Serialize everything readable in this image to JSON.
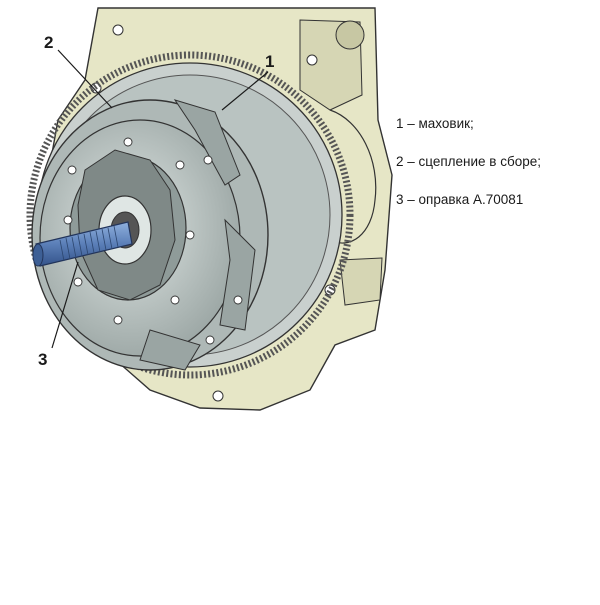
{
  "callouts": [
    {
      "number": "1"
    },
    {
      "number": "2"
    },
    {
      "number": "3"
    }
  ],
  "legend": [
    {
      "text": "1 – маховик;"
    },
    {
      "text": "2 – сцепление в сборе;"
    },
    {
      "text": "3 – оправка А.70081"
    }
  ],
  "colors": {
    "housing": "#e6e6c6",
    "housing_shade": "#c7c7a3",
    "metal": "#b9c3c1",
    "metal_dark": "#7f8987",
    "mandrel": "#5b7fb8",
    "outline": "#333333"
  },
  "icons": [
    "flywheel-gear-ring",
    "clutch-assembly",
    "alignment-mandrel"
  ]
}
